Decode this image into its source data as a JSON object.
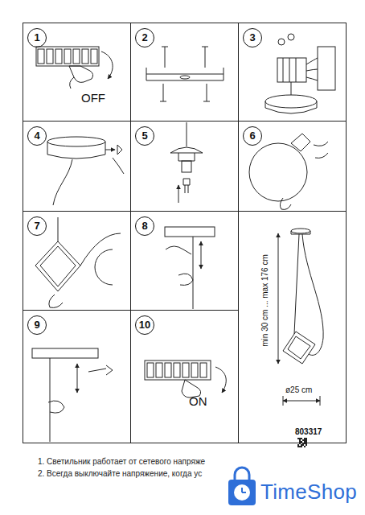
{
  "diagram": {
    "nodes": [
      {
        "text": [
          "1",
          "OFF"
        ]
      },
      {
        "text": [
          "2"
        ]
      },
      {
        "text": [
          "3"
        ]
      },
      {
        "text": [
          "4"
        ]
      },
      {
        "text": [
          "5"
        ]
      },
      {
        "text": [
          "6"
        ]
      },
      {
        "text": [
          "7"
        ]
      },
      {
        "text": [
          "8"
        ]
      },
      {
        "text": [
          "9"
        ]
      },
      {
        "text": [
          "10",
          "ON"
        ]
      },
      {
        "text": [
          "min 30 cm ... max 176 cm",
          "ø25 cm",
          "803317"
        ]
      }
    ],
    "edges": [],
    "labels": [
      "1. Светильник работает от сетевого напряже",
      "2. Всегда выключайте напряжение, когда ус",
      "TimeShop"
    ]
  }
}
